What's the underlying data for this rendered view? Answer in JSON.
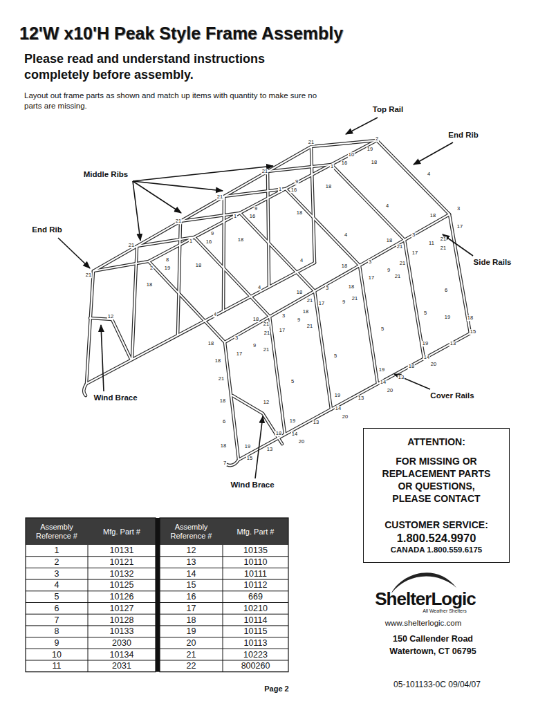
{
  "diagram": {
    "title": "12'W x10'H Peak Style Frame Assembly",
    "nodes": [
      {
        "text": [
          "ATTENTION:",
          "FOR MISSING OR REPLACEMENT PARTS OR QUESTIONS, PLEASE CONTACT",
          "CUSTOMER SERVICE:",
          "1.800.524.9970",
          "CANADA 1.800.559.6175"
        ]
      }
    ],
    "labels": [
      "Please read and understand instructions completely before assembly.",
      "Layout out frame parts as shown and match up items with quantity to make sure no parts are missing.",
      "Top Rail",
      "End Rib",
      "Middle Ribs",
      "End Rib",
      "Side Rails",
      "Wind Brace",
      "Cover Rails",
      "Wind Brace",
      "2",
      "21",
      "19",
      "10",
      "18",
      "16",
      "1",
      "21",
      "18",
      "4",
      "9",
      "16",
      "1",
      "18",
      "21",
      "4",
      "3",
      "18",
      "17",
      "9",
      "16",
      "1",
      "18",
      "21",
      "4",
      "3",
      "18",
      "11",
      "21",
      "21",
      "21",
      "17",
      "9",
      "16",
      "1",
      "18",
      "21",
      "4",
      "3",
      "18",
      "9",
      "21",
      "21",
      "8",
      "2",
      "19",
      "21",
      "18",
      "4",
      "3",
      "18",
      "17",
      "18",
      "21",
      "9",
      "17",
      "21",
      "6",
      "18",
      "9",
      "21",
      "4",
      "3",
      "18",
      "21",
      "17",
      "21",
      "12",
      "5",
      "5",
      "19",
      "18",
      "15",
      "3",
      "18",
      "9",
      "17",
      "21",
      "13",
      "19",
      "18",
      "14",
      "18",
      "20",
      "5",
      "21",
      "19",
      "13",
      "14",
      "20",
      "5",
      "18",
      "12",
      "19",
      "13",
      "14",
      "20",
      "6",
      "19",
      "13",
      "14",
      "18",
      "20",
      "18",
      "19",
      "13",
      "15",
      "7",
      "Assembly Reference #",
      "Mfg. Part #",
      "Assembly Reference #",
      "Mfg. Part #",
      "1",
      "10131",
      "12",
      "10135",
      "2",
      "10121",
      "13",
      "10110",
      "3",
      "10132",
      "14",
      "10111",
      "4",
      "10125",
      "15",
      "10112",
      "5",
      "10126",
      "16",
      "669",
      "6",
      "10127",
      "17",
      "10210",
      "7",
      "10128",
      "18",
      "10114",
      "8",
      "10133",
      "19",
      "10115",
      "9",
      "2030",
      "20",
      "10113",
      "10",
      "10134",
      "21",
      "10223",
      "11",
      "2031",
      "22",
      "800260",
      "ShelterLogic",
      "All Weather Shelters",
      "www.shelterlogic.com",
      "150 Callender Road",
      "Watertown, CT 06795",
      "05-101133-0C 09/04/07",
      "Page 2"
    ]
  }
}
